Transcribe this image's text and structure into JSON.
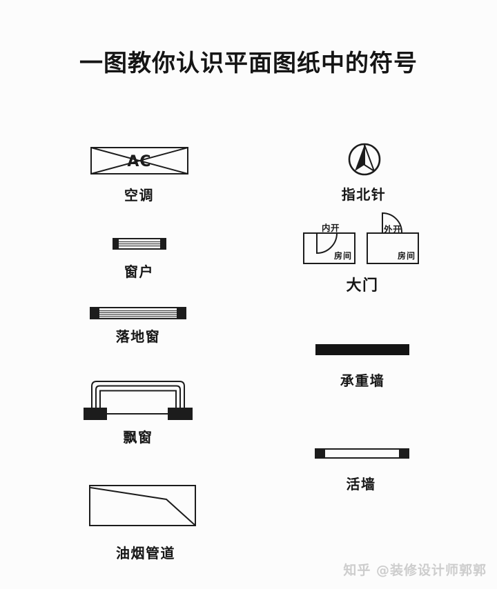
{
  "title": "一图教你认识平面图纸中的符号",
  "watermark": "知乎 @装修设计师郭郭",
  "colors": {
    "ink": "#1c1c1c",
    "background": "#fcfcfc",
    "watermark_gray": "#cdcdcd"
  },
  "legend": {
    "ac": {
      "label": "空调",
      "symbol_text": "AC"
    },
    "window": {
      "label": "窗户"
    },
    "floor_window": {
      "label": "落地窗"
    },
    "bay_window": {
      "label": "飘窗"
    },
    "smoke_duct": {
      "label": "油烟管道"
    },
    "compass": {
      "label": "指北针"
    },
    "door": {
      "label": "大门",
      "inward_label": "内开",
      "outward_label": "外开",
      "room_label": "房间"
    },
    "load_bearing_wall": {
      "label": "承重墙"
    },
    "movable_wall": {
      "label": "活墙"
    }
  }
}
